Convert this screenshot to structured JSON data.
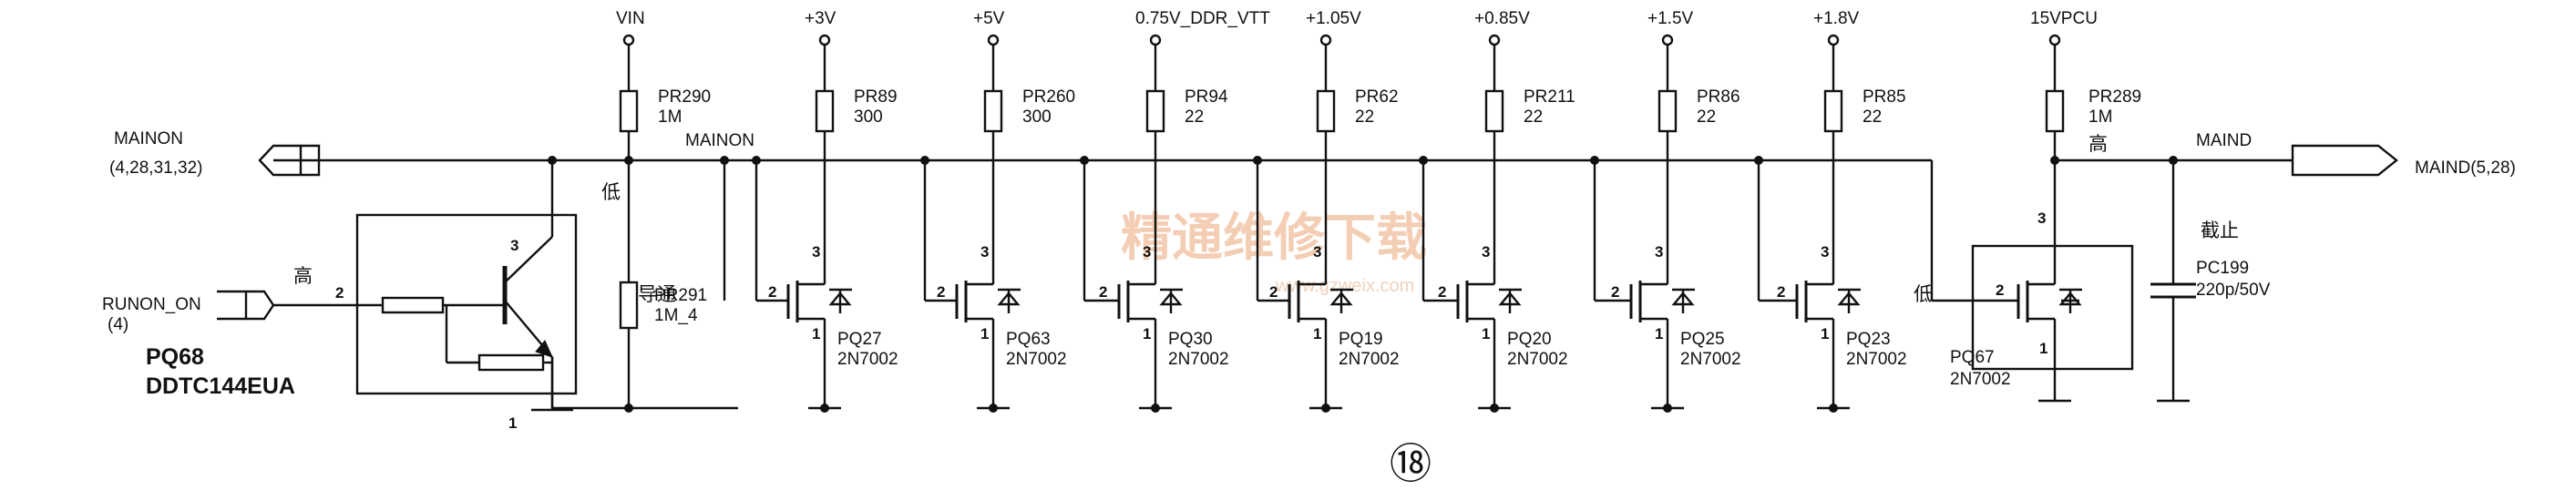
{
  "figure_number": "⑱",
  "watermark": {
    "text": "精通维修下载",
    "url": "www.gzweix.com"
  },
  "connectors": {
    "left_mainon": {
      "name": "MAINON",
      "pages": "(4,28,31,32)"
    },
    "left_runon": {
      "name": "RUNON_ON",
      "pages": "(4)"
    },
    "right_maind": {
      "name": "MAIND",
      "pages": "MAIND(5,28)"
    }
  },
  "nets": {
    "bus_mainon": "MAINON",
    "bus_maind": "MAIND"
  },
  "rails": [
    {
      "net": "VIN",
      "res": "PR290",
      "val": "1M"
    },
    {
      "net": "+3V",
      "res": "PR89",
      "val": "300"
    },
    {
      "net": "+5V",
      "res": "PR260",
      "val": "300"
    },
    {
      "net": "0.75V_DDR_VTT",
      "res": "PR94",
      "val": "22"
    },
    {
      "net": "+1.05V",
      "res": "PR62",
      "val": "22"
    },
    {
      "net": "+0.85V",
      "res": "PR211",
      "val": "22"
    },
    {
      "net": "+1.5V",
      "res": "PR86",
      "val": "22"
    },
    {
      "net": "+1.8V",
      "res": "PR85",
      "val": "22"
    },
    {
      "net": "15VPCU",
      "res": "PR289",
      "val": "1M"
    }
  ],
  "mosfets": [
    {
      "ref": "PQ27",
      "part": "2N7002"
    },
    {
      "ref": "PQ63",
      "part": "2N7002"
    },
    {
      "ref": "PQ30",
      "part": "2N7002"
    },
    {
      "ref": "PQ19",
      "part": "2N7002"
    },
    {
      "ref": "PQ20",
      "part": "2N7002"
    },
    {
      "ref": "PQ25",
      "part": "2N7002"
    },
    {
      "ref": "PQ23",
      "part": "2N7002"
    },
    {
      "ref": "PQ67",
      "part": "2N7002"
    }
  ],
  "pin_numbers": {
    "gate": "2",
    "drain": "3",
    "source": "1"
  },
  "transistor": {
    "ref": "PQ68",
    "part": "DDTC144EUA",
    "pin_b": "2",
    "pin_c": "3",
    "pin_e": "1"
  },
  "pulldown": {
    "ref": "PR291",
    "val": "1M_4"
  },
  "capacitor": {
    "ref": "PC199",
    "val": "220p/50V"
  },
  "annotations": {
    "low_vin": "低",
    "high_in": "高",
    "conduct": "导通",
    "low_pq67": "低",
    "high_maind": "高",
    "cutoff": "截止"
  }
}
